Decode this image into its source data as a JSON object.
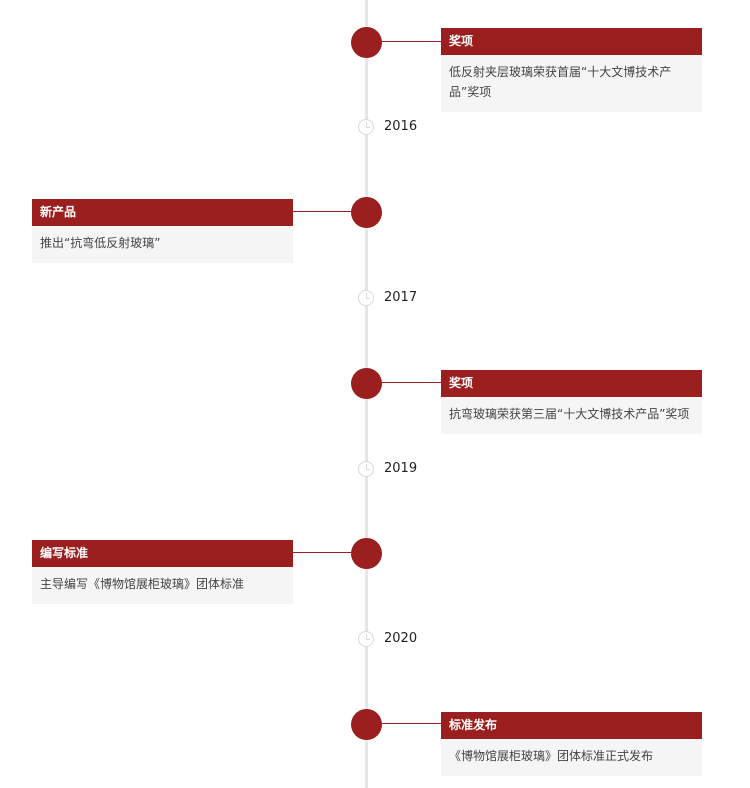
{
  "colors": {
    "accent": "#9b1f1f",
    "line": "#e6e6e6",
    "card_bg": "#f5f5f5",
    "clock": "#d9d9d9"
  },
  "events": [
    {
      "title": "奖项",
      "body": "低反射夹层玻璃荣获首届“十大文博技术产品”奖项",
      "side": "right"
    },
    {
      "title": "新产品",
      "body": "推出“抗弯低反射玻璃”",
      "side": "left"
    },
    {
      "title": "奖项",
      "body": "抗弯玻璃荣获第三届“十大文博技术产品”奖项",
      "side": "right"
    },
    {
      "title": "编写标准",
      "body": "主导编写《博物馆展柜玻璃》团体标准",
      "side": "left"
    },
    {
      "title": "标准发布",
      "body": "《博物馆展柜玻璃》团体标准正式发布",
      "side": "right"
    }
  ],
  "years": [
    "2016",
    "2017",
    "2019",
    "2020"
  ],
  "icons": {
    "event_marker": "filled-circle-icon",
    "year_marker": "clock-icon"
  }
}
